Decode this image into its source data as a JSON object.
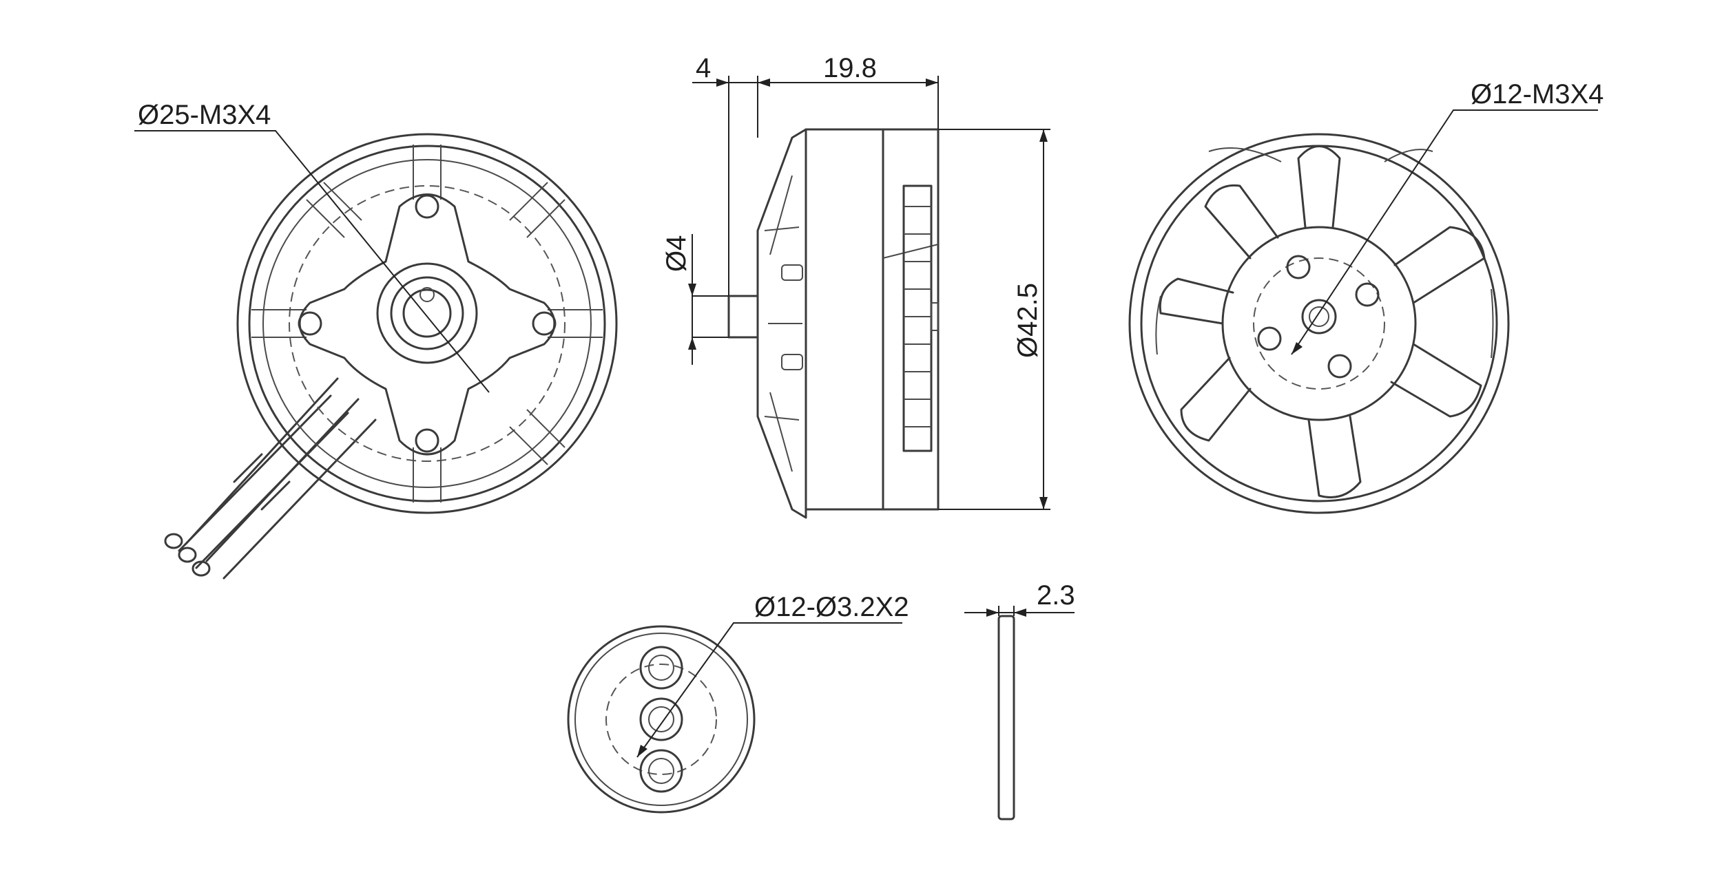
{
  "dimensions": {
    "stator_mount": "Ø25-M3X4",
    "shaft_length": "4",
    "body_length": "19.8",
    "shaft_diameter": "Ø4",
    "body_diameter": "Ø42.5",
    "bell_mount": "Ø12-M3X4",
    "prop_adapter_holes": "Ø12-Ø3.2X2",
    "adapter_thickness": "2.3"
  }
}
